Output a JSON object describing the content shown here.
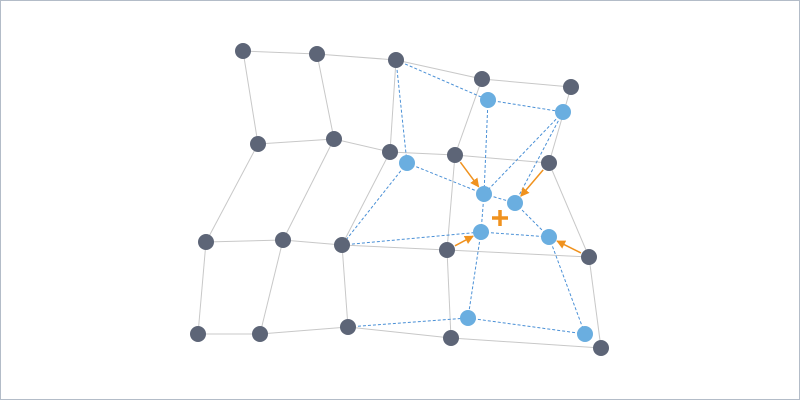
{
  "diagram": {
    "type": "mesh-deformation",
    "colors": {
      "frame": "#b3bcc8",
      "original_node": "#5d6577",
      "original_edge": "#c8c8c8",
      "deformed_node": "#6aaee0",
      "deformed_edge": "#4a90d6",
      "arrow": "#f0921e",
      "center_marker": "#f0921e"
    },
    "original_nodes": [
      "r0c0",
      "r0c1",
      "r0c2",
      "r0c3",
      "r0c4",
      "r1c0",
      "r1c1",
      "r1c2",
      "r1c3",
      "r1c4",
      "r2c0",
      "r2c1",
      "r2c2",
      "r2c3",
      "r2c4",
      "r3c0",
      "r3c1",
      "r3c2",
      "r3c3",
      "r3c4"
    ],
    "deformed_nodes": [
      "d0c3",
      "d0c4",
      "d1c2",
      "d1c3",
      "d1c4",
      "d2c3",
      "d2c4",
      "d3c3",
      "d3c4"
    ],
    "displacement_arrows": [
      {
        "from": "r1c3",
        "to": "d1c3"
      },
      {
        "from": "r1c4",
        "to": "d1c4"
      },
      {
        "from": "r2c3",
        "to": "d2c3"
      },
      {
        "from": "r2c4",
        "to": "d2c4"
      }
    ],
    "center_marker_icon": "plus-icon"
  }
}
